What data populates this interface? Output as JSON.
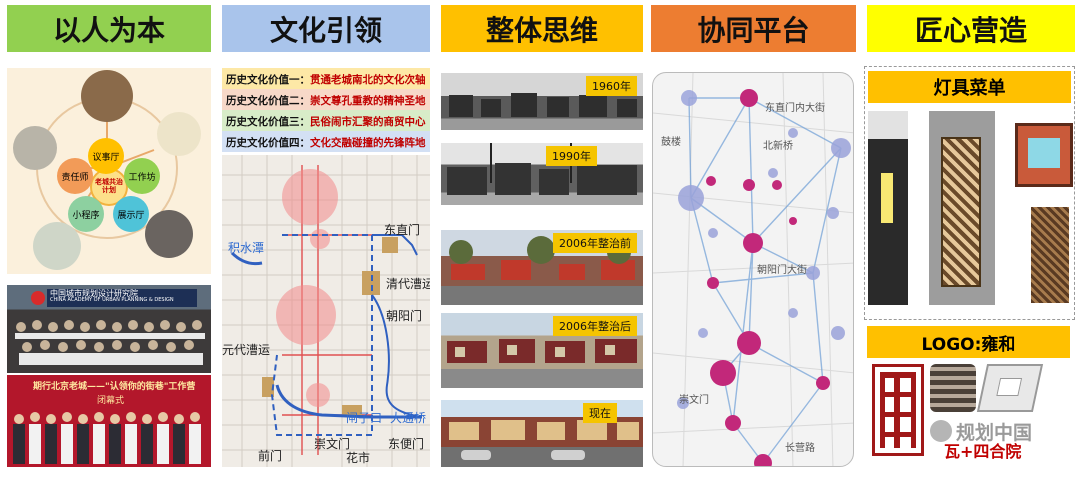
{
  "headers": [
    "以人为本",
    "文化引领",
    "整体思维",
    "协同平台",
    "匠心营造"
  ],
  "colors": {
    "h1": "#92d050",
    "h2": "#a9c4eb",
    "h3": "#ffc000",
    "h4": "#ed7d31",
    "h5": "#ffff00",
    "accent_red": "#c00000",
    "accent_blue": "#2f4fc0"
  },
  "col1": {
    "wheel_center": "老城共治计划",
    "nodes": [
      "议事厅",
      "工作坊",
      "展示厅",
      "小程序",
      "责任师"
    ],
    "banner_text": "中国城市规划设计研究院",
    "banner_sub": "CHINA ACADEMY OF URBAN PLANNING & DESIGN",
    "ceremony_title": "期行北京老城——\"认领你的街巷\"工作营",
    "ceremony_sub": "闭幕式"
  },
  "col2": {
    "values": [
      {
        "k": "历史文化价值一：",
        "v": "贯通老城南北的文化次轴"
      },
      {
        "k": "历史文化价值二：",
        "v": "崇文尊孔重教的精神圣地"
      },
      {
        "k": "历史文化价值三：",
        "v": "民俗闹市汇聚的商贸中心"
      },
      {
        "k": "历史文化价值四：",
        "v": "文化交融碰撞的先锋阵地"
      }
    ],
    "map_labels": [
      "东直门",
      "积水潭",
      "清代漕运",
      "朝阳门",
      "元代漕运",
      "崇文门",
      "东便门",
      "前门",
      "花市",
      "大通桥",
      "闸子口"
    ]
  },
  "col3": {
    "photo_labels": [
      "1960年",
      "1990年",
      "2006年整治前",
      "2006年整治后",
      "现在"
    ]
  },
  "col4": {
    "map_labels": [
      "东直门内大街",
      "北新桥",
      "朝阳门大街",
      "鼓楼",
      "崇文门",
      "长营路"
    ]
  },
  "col5": {
    "menu_title": "灯具菜单",
    "logo_title": "LOGO:雍和",
    "logo_caption": "瓦+四合院",
    "watermark": "规划中国"
  }
}
